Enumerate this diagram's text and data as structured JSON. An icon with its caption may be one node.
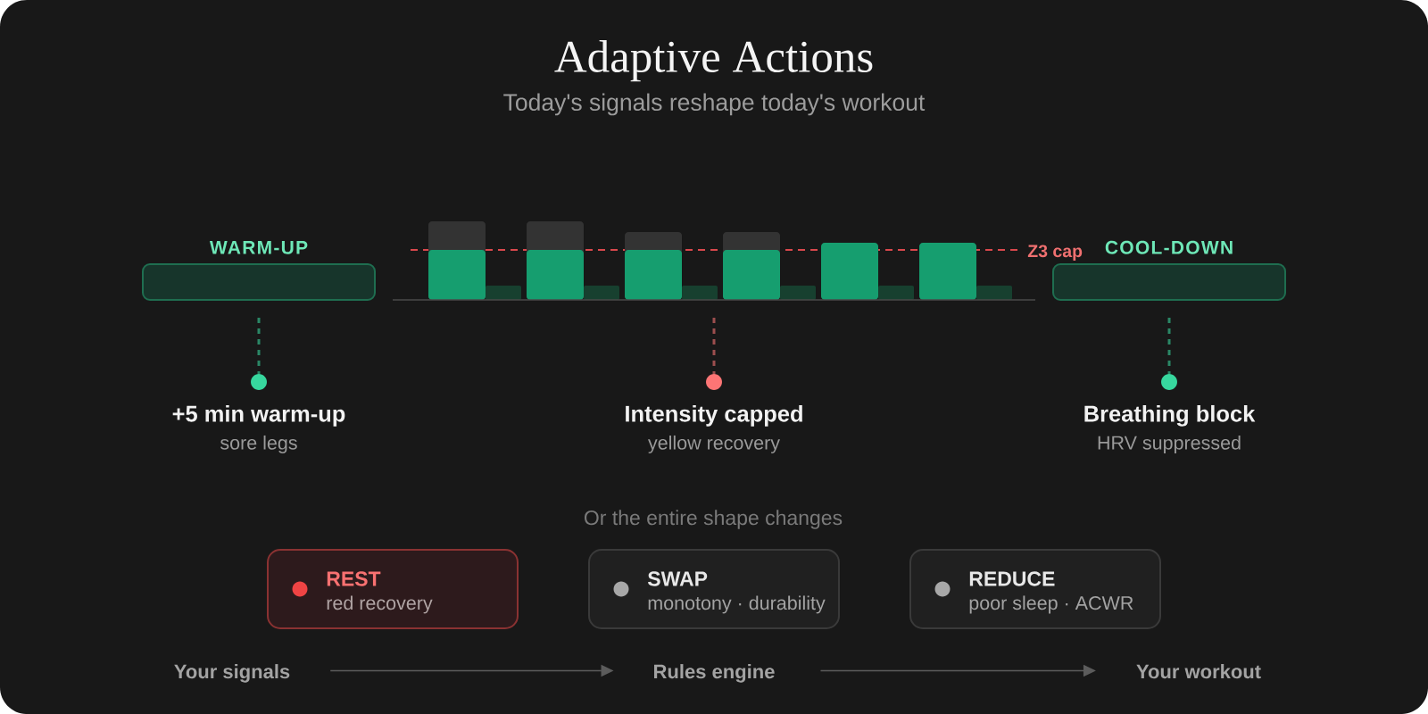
{
  "diagram": {
    "title": "Adaptive Actions",
    "nodes": [
      {
        "text": [
          "WARM-UP"
        ]
      },
      {
        "text": [],
        "shape": "bar"
      },
      {
        "text": [
          "COOL-DOWN"
        ]
      },
      {
        "text": [
          "+5 min warm-up",
          "sore legs"
        ]
      },
      {
        "text": [
          "Intensity capped",
          "yellow recovery"
        ]
      },
      {
        "text": [
          "Breathing block",
          "HRV suppressed"
        ]
      },
      {
        "text": [
          "REST",
          "red recovery"
        ]
      },
      {
        "text": [
          "SWAP",
          "monotony · durability"
        ]
      },
      {
        "text": [
          "REDUCE",
          "poor sleep · ACWR"
        ]
      },
      {
        "text": [
          "Your signals"
        ]
      },
      {
        "text": [
          "Rules engine"
        ]
      },
      {
        "text": [
          "Your workout"
        ]
      }
    ],
    "edges": [
      {
        "from": 0,
        "to": 3,
        "arrow": "other",
        "style": "dashed",
        "color": "#2a8766"
      },
      {
        "from": 1,
        "to": 4,
        "arrow": "other",
        "style": "dashed",
        "color": "#9c4e4e"
      },
      {
        "from": 2,
        "to": 5,
        "arrow": "other",
        "style": "dashed",
        "color": "#2a8766"
      },
      {
        "from": 9,
        "to": 10,
        "arrow": "to"
      },
      {
        "from": 10,
        "to": 11,
        "arrow": "to"
      }
    ],
    "labels": [
      "Today's signals reshape today's workout",
      "Z3 cap",
      "Or the entire shape changes"
    ]
  }
}
